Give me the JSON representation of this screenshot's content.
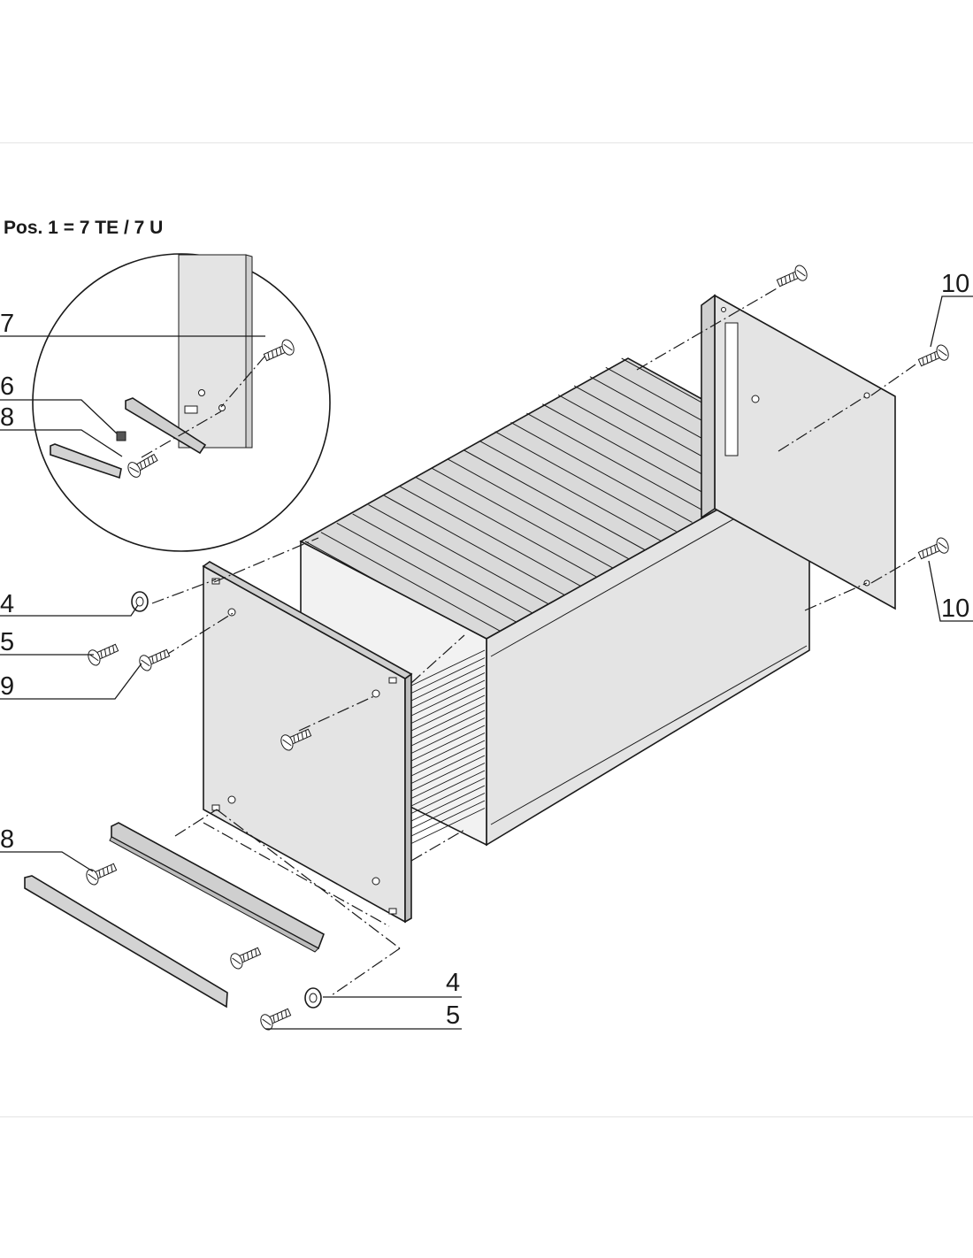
{
  "title": "Pos. 1 = 7 TE / 7 U",
  "callouts": {
    "pos7": "7",
    "pos6": "6",
    "pos8_detail": "8",
    "pos4_left": "4",
    "pos5_left": "5",
    "pos9": "9",
    "pos8_bottom": "8",
    "pos4_bottom": "4",
    "pos5_bottom": "5",
    "pos10_top": "10",
    "pos10_bottom": "10"
  },
  "colors": {
    "line": "#1a1a1a",
    "panel": "#e4e4e4",
    "panel_side": "#cfcfcf",
    "fin": "#d6d6d6"
  }
}
